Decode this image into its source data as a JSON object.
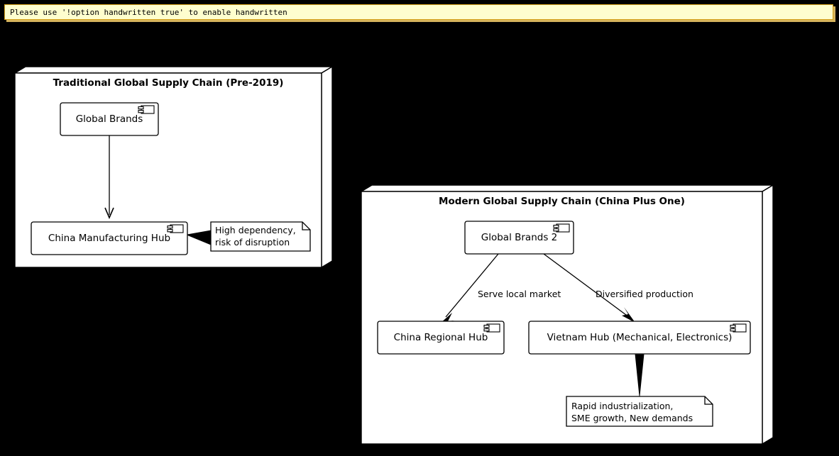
{
  "banner": {
    "text": "Please use '!option handwritten true' to enable handwritten",
    "background": "#FEFECE",
    "border": "#D4A017"
  },
  "diagram": {
    "type": "uml-component-diagram",
    "background": "#000000",
    "node_fill": "#FFFFFF",
    "node_stroke": "#000000",
    "packages": [
      {
        "id": "pkg-traditional",
        "title": "Traditional Global Supply Chain (Pre-2019)",
        "components": [
          {
            "id": "global-brands",
            "label": "Global Brands",
            "icon": "uml-component-icon"
          },
          {
            "id": "china-manufacturing-hub",
            "label": "China Manufacturing Hub",
            "icon": "uml-component-icon"
          }
        ],
        "notes": [
          {
            "id": "note-high-dependency",
            "line1": "High dependency,",
            "line2": "risk of disruption",
            "attached_to": "china-manufacturing-hub"
          }
        ],
        "edges": [
          {
            "from": "global-brands",
            "to": "china-manufacturing-hub",
            "label": "",
            "arrow": "open"
          }
        ]
      },
      {
        "id": "pkg-modern",
        "title": "Modern Global Supply Chain (China Plus One)",
        "components": [
          {
            "id": "global-brands-2",
            "label": "Global Brands 2",
            "icon": "uml-component-icon"
          },
          {
            "id": "china-regional-hub",
            "label": "China Regional Hub",
            "icon": "uml-component-icon"
          },
          {
            "id": "vietnam-hub",
            "label": "Vietnam Hub (Mechanical, Electronics)",
            "icon": "uml-component-icon"
          }
        ],
        "notes": [
          {
            "id": "note-rapid-industrialization",
            "line1": "Rapid industrialization,",
            "line2": "SME growth, New demands",
            "attached_to": "vietnam-hub"
          }
        ],
        "edges": [
          {
            "from": "global-brands-2",
            "to": "china-regional-hub",
            "label": "Serve local market",
            "arrow": "solid"
          },
          {
            "from": "global-brands-2",
            "to": "vietnam-hub",
            "label": "Diversified production",
            "arrow": "solid"
          }
        ]
      }
    ]
  }
}
